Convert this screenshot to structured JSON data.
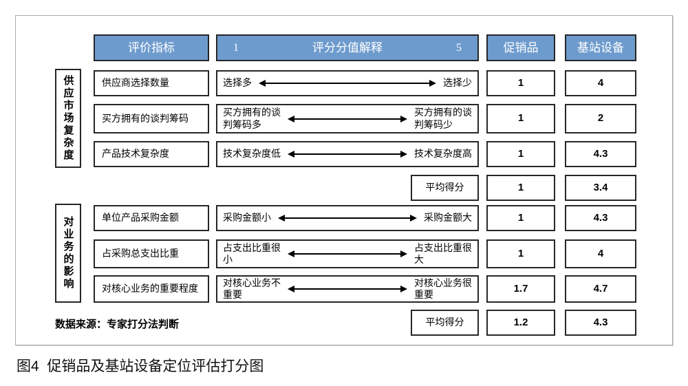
{
  "figure": {
    "caption": "图4  促销品及基站设备定位评估打分图",
    "source_note": "数据来源：专家打分法判断",
    "accent_color": "#6e9bcd",
    "border_color": "#262626"
  },
  "header": {
    "metric_col": "评价指标",
    "explanation_col": "评分分值解释",
    "scale_low": "1",
    "scale_high": "5",
    "item_a": "促销品",
    "item_b": "基站设备"
  },
  "groups": [
    {
      "label": "供应市场复杂度",
      "rows": [
        {
          "metric": "供应商选择数量",
          "left": "选择多",
          "right": "选择少",
          "item_a": "1",
          "item_b": "4"
        },
        {
          "metric": "买方拥有的谈判筹码",
          "left": "买方拥有的谈\n判筹码多",
          "right": "买方拥有的谈\n判筹码少",
          "item_a": "1",
          "item_b": "2"
        },
        {
          "metric": "产品技术复杂度",
          "left": "技术复杂度低",
          "right": "技术复杂度高",
          "item_a": "1",
          "item_b": "4.3"
        }
      ],
      "average": {
        "label": "平均得分",
        "item_a": "1",
        "item_b": "3.4"
      }
    },
    {
      "label": "对业务的影响",
      "rows": [
        {
          "metric": "单位产品采购金额",
          "left": "采购金额小",
          "right": "采购金额大",
          "item_a": "1",
          "item_b": "4.3"
        },
        {
          "metric": "占采购总支出比重",
          "left": "占支出比重很\n小",
          "right": "占支出比重很\n大",
          "item_a": "1",
          "item_b": "4"
        },
        {
          "metric": "对核心业务的重要程度",
          "left": "对核心业务不\n重要",
          "right": "对核心业务很\n重要",
          "item_a": "1.7",
          "item_b": "4.7"
        }
      ],
      "average": {
        "label": "平均得分",
        "item_a": "1.2",
        "item_b": "4.3"
      }
    }
  ]
}
